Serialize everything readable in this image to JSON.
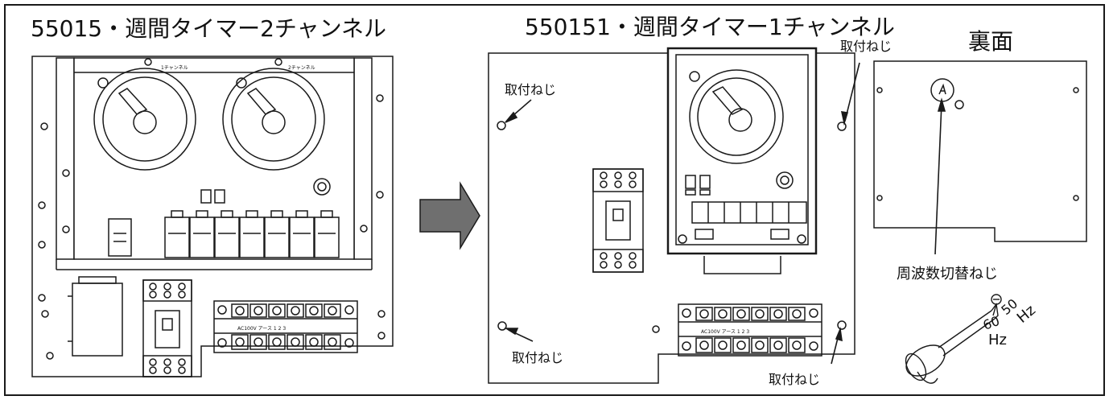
{
  "titles": {
    "left": "55015・週間タイマー2チャンネル",
    "middle": "550151・週間タイマー1チャンネル",
    "right": "裏面"
  },
  "labels": {
    "mount_screw": "取付ねじ",
    "freq_screw": "周波数切替ねじ"
  },
  "device_marks": {
    "channel1": "1チャンネル",
    "channel2": "2チャンネル",
    "terminal_header": "AC100V アース 1 2 3",
    "freq_60": "60",
    "freq_50": "50",
    "freq_unit": "Hz"
  },
  "colors": {
    "line": "#1a1a1a",
    "arrow_fill": "#6f6f6f",
    "background": "#ffffff"
  }
}
